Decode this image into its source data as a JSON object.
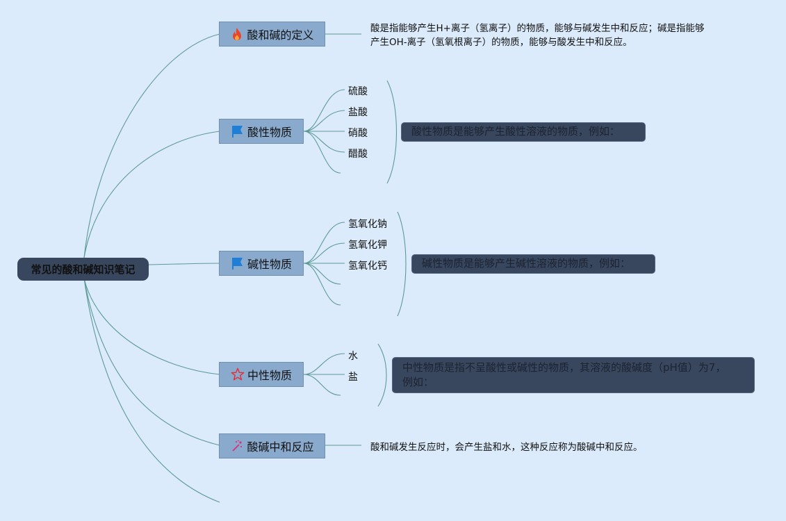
{
  "root": {
    "label": "常见的酸和碱知识笔记"
  },
  "topics": [
    {
      "label": "酸和碱的定义",
      "icon": "fire-icon",
      "note": [
        "酸是指能够产生H+离子（氢离子）的物质，能够与碱发生中和反应；碱是指能够",
        "产生OH-离子（氢氧根离子）的物质，能够与酸发生中和反应。"
      ]
    },
    {
      "label": "酸性物质",
      "icon": "blue-flag-icon",
      "items": [
        "硫酸",
        "盐酸",
        "硝酸",
        "醋酸"
      ],
      "summary": "酸性物质是能够产生酸性溶液的物质，例如："
    },
    {
      "label": "碱性物质",
      "icon": "blue-flag-icon",
      "items": [
        "氢氧化钠",
        "氢氧化钾",
        "氢氧化钙"
      ],
      "summary": "碱性物质是能够产生碱性溶液的物质，例如："
    },
    {
      "label": "中性物质",
      "icon": "star-icon",
      "items": [
        "水",
        "盐"
      ],
      "summary": [
        "中性物质是指不呈酸性或碱性的物质，其溶液的酸碱度（pH值）为7，",
        "例如："
      ]
    },
    {
      "label": "酸碱中和反应",
      "icon": "sparkle-icon",
      "note": [
        "酸和碱发生反应时，会产生盐和水，这种反应称为酸碱中和反应。"
      ]
    }
  ],
  "colors": {
    "background": "#dcebfb",
    "root": "#38465e",
    "topic": "#8aaacd",
    "line": "#5c9a96",
    "summary": "#38465e"
  }
}
